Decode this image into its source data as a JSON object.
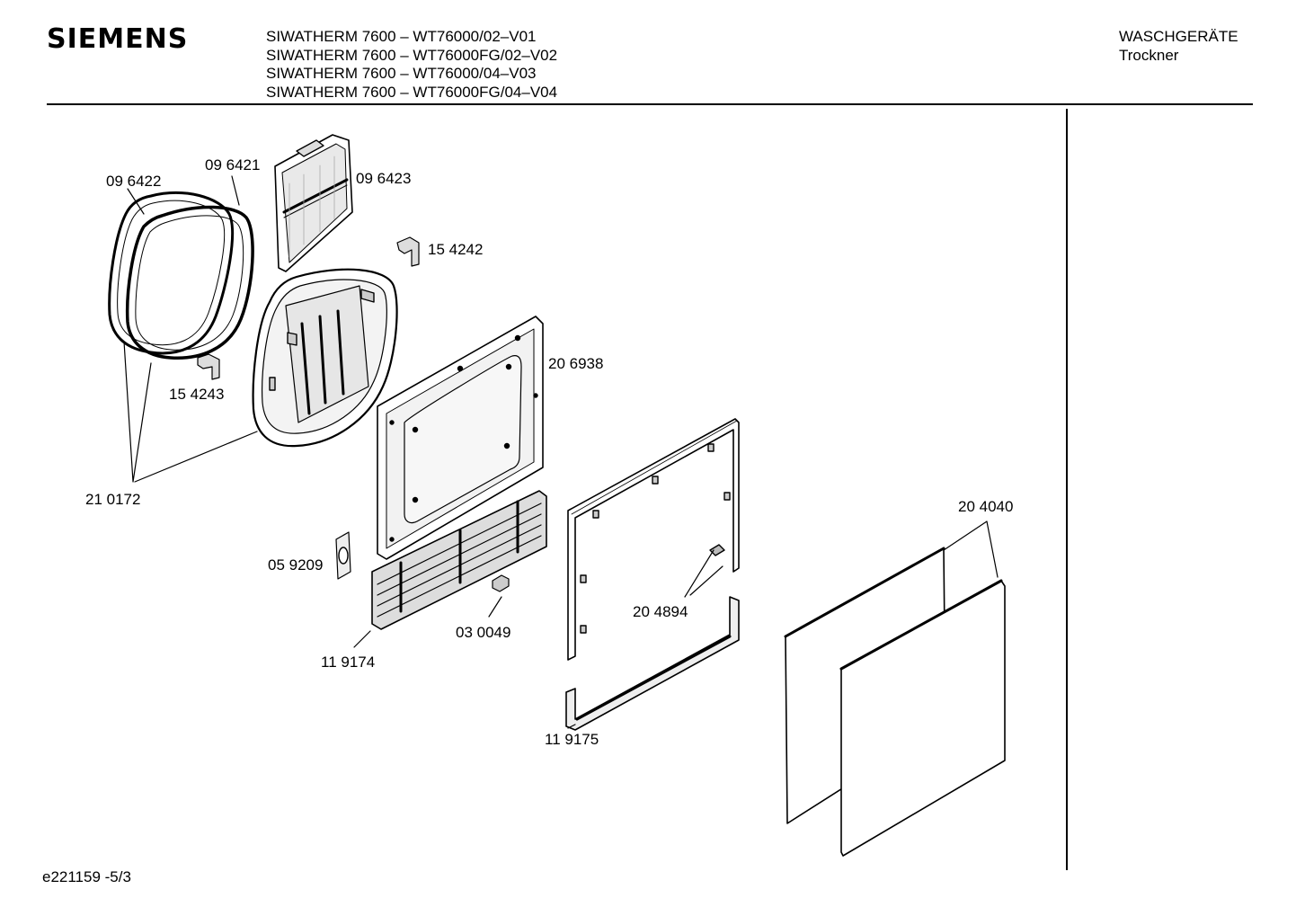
{
  "header": {
    "brand": "SIEMENS",
    "models": [
      "SIWATHERM 7600 – WT76000/02–V01",
      "SIWATHERM 7600 – WT76000FG/02–V02",
      "SIWATHERM 7600 – WT76000/04–V03",
      "SIWATHERM 7600 – WT76000FG/04–V04"
    ],
    "category": "WASCHGERÄTE",
    "subcategory": "Trockner"
  },
  "parts": {
    "p096422": "09 6422",
    "p096421": "09 6421",
    "p096423": "09 6423",
    "p154242": "15 4242",
    "p154243": "15 4243",
    "p206938": "20 6938",
    "p210172": "21 0172",
    "p059209": "05 9209",
    "p119174": "11 9174",
    "p030049": "03 0049",
    "p204894": "20 4894",
    "p119175": "11 9175",
    "p204040": "20 4040"
  },
  "footer": {
    "drawing_id": "e221159 -5/3"
  }
}
